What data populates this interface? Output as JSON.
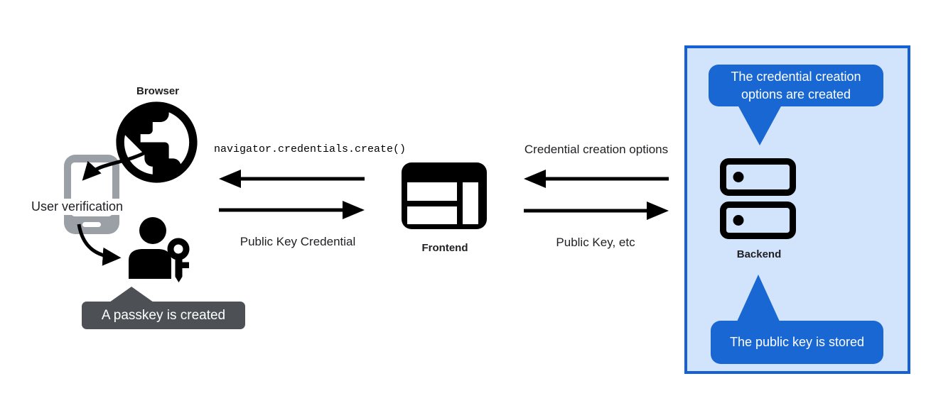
{
  "colors": {
    "bubble-blue": "#1967d2",
    "panel-border": "#1560d4",
    "panel-fill": "#d2e3fc",
    "tooltip-gray": "#4d5156",
    "phone-gray": "#9aa0a6",
    "arrow-black": "#000000",
    "text-dark": "#202124"
  },
  "left": {
    "browser_label": "Browser",
    "user_verification_label": "User verification",
    "passkey_tooltip": "A passkey is created"
  },
  "center": {
    "api_call": "navigator.credentials.create()",
    "public_key_credential": "Public Key Credential",
    "frontend_label": "Frontend"
  },
  "right": {
    "credential_creation_options": "Credential creation options",
    "public_key_etc": "Public Key, etc",
    "backend_label": "Backend",
    "bubble_top": "The credential creation options are created",
    "bubble_bottom": "The public key is stored"
  }
}
